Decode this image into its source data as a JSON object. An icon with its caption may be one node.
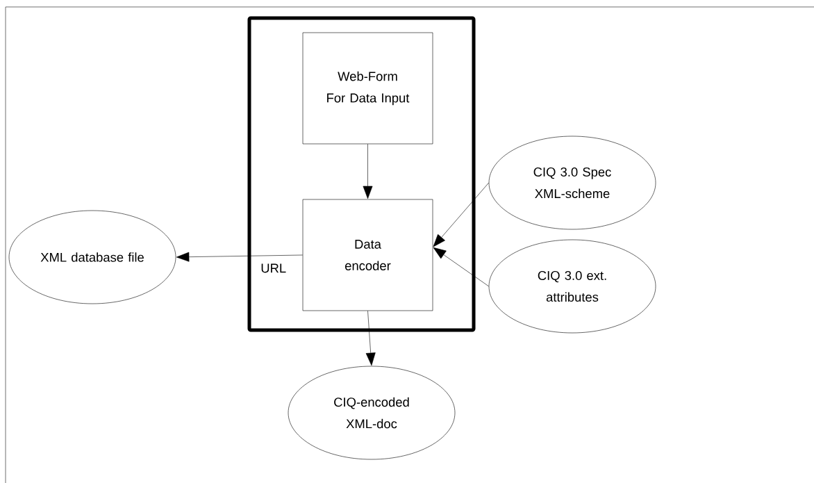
{
  "diagram": {
    "nodes": [
      {
        "text": [],
        "shape": "box"
      },
      {
        "text": [
          "Web-Form For Data Input"
        ],
        "in": 0
      },
      {
        "text": [
          "Data encoder"
        ],
        "in": 0
      },
      {
        "text": [
          "XML database file"
        ]
      },
      {
        "text": [
          "CIQ 3.0 Spec XML-scheme"
        ]
      },
      {
        "text": [
          "CIQ 3.0 ext. attributes"
        ]
      },
      {
        "text": [
          "CIQ-encoded XML-doc"
        ]
      }
    ],
    "edges": [
      {
        "from": 1,
        "to": 2,
        "arrow": "to"
      },
      {
        "from": 2,
        "to": 3,
        "arrow": "to",
        "label": "URL"
      },
      {
        "from": 4,
        "to": 2,
        "arrow": "to"
      },
      {
        "from": 5,
        "to": 2,
        "arrow": "to"
      },
      {
        "from": 2,
        "to": 6,
        "arrow": "to"
      }
    ]
  }
}
